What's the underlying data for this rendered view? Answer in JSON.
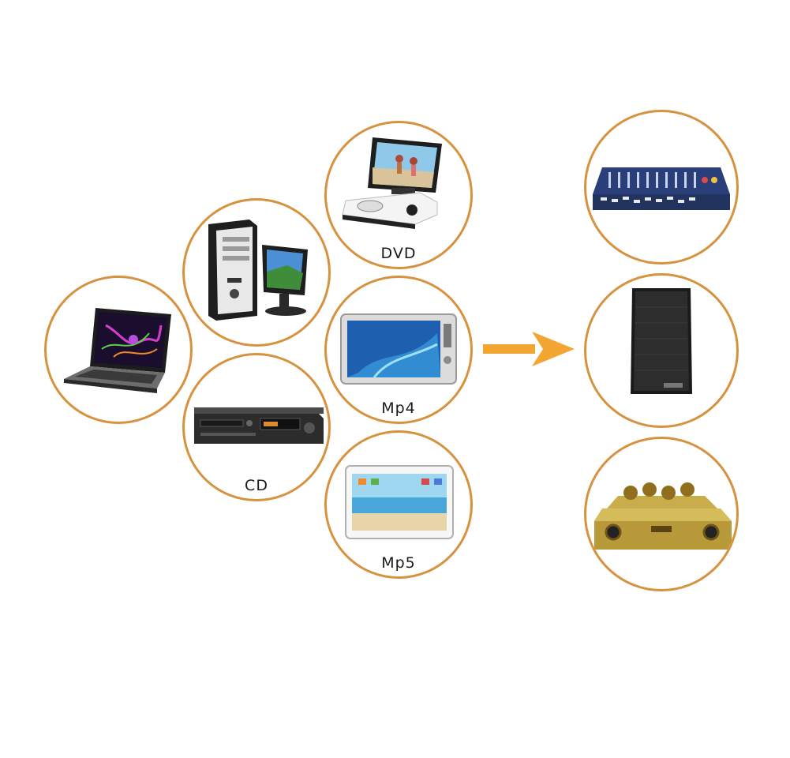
{
  "sources": [
    {
      "id": "laptop",
      "icon": "laptop-icon",
      "label": ""
    },
    {
      "id": "desktop",
      "icon": "desktop-pc-icon",
      "label": ""
    },
    {
      "id": "dvd",
      "icon": "portable-dvd-player-icon",
      "label": "DVD"
    },
    {
      "id": "mp4",
      "icon": "mp4-player-icon",
      "label": "Mp4"
    },
    {
      "id": "cd",
      "icon": "cd-player-icon",
      "label": "CD"
    },
    {
      "id": "mp5",
      "icon": "mp5-player-icon",
      "label": "Mp5"
    }
  ],
  "outputs": [
    {
      "id": "mixer",
      "icon": "audio-mixer-icon",
      "label": ""
    },
    {
      "id": "speaker",
      "icon": "speaker-icon",
      "label": ""
    },
    {
      "id": "amplifier",
      "icon": "karaoke-amplifier-icon",
      "label": ""
    }
  ],
  "arrow": {
    "icon": "arrow-right-icon",
    "color": "#f3a532"
  },
  "colors": {
    "circle_border": "#d6923f",
    "background": "#ffffff"
  }
}
